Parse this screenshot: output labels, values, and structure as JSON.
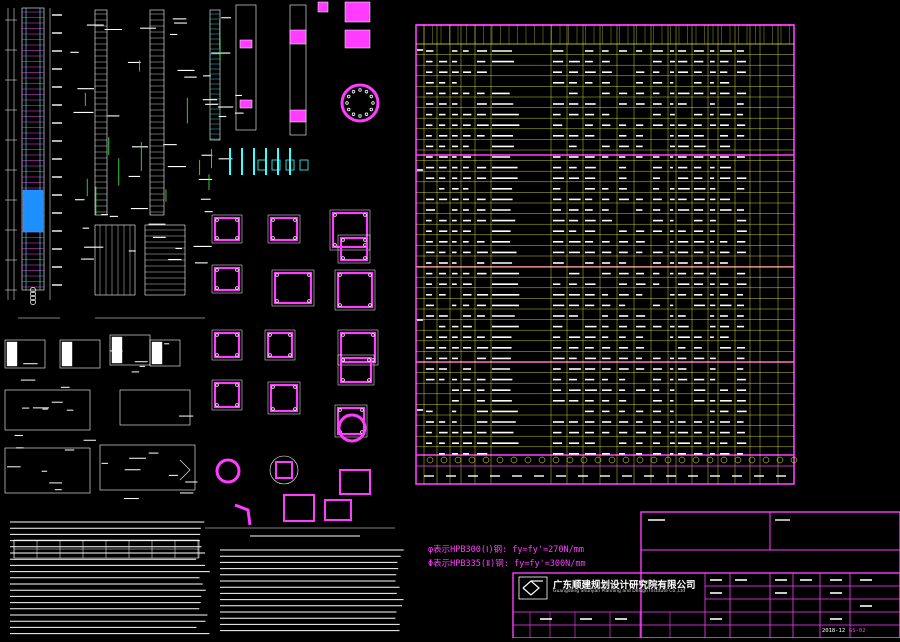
{
  "title_block": {
    "company_cn": "广东顺建规划设计研究院有限公司",
    "company_en": "Guangdong Shunjian Planning and Design Institute Co.,Ltd",
    "sheet_code": "GS-02",
    "date": "2018-12"
  },
  "steel_notes": {
    "hpb300": "φ表示HPB300(Ⅰ)钢: fy=fy'=270N/mm",
    "hrb335": "Φ表示HPB335(Ⅱ)钢: fy=fy'=300N/mm"
  },
  "colors": {
    "magenta": "#ff3cff",
    "yellow": "#ffff3c",
    "white": "#ffffff",
    "cyan": "#3cffff",
    "green": "#3cff3c",
    "blue": "#3c9cff"
  }
}
